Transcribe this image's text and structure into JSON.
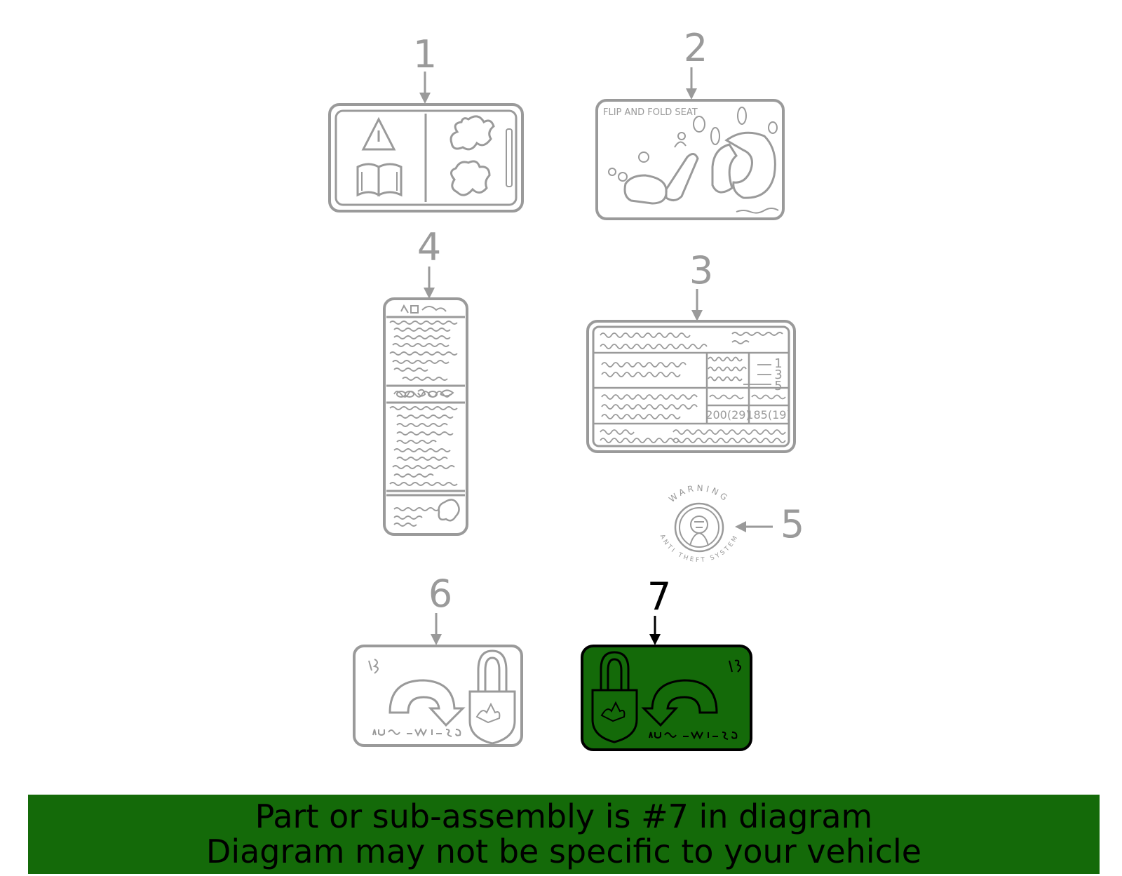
{
  "diagram": {
    "callouts": [
      "1",
      "2",
      "3",
      "4",
      "5",
      "6",
      "7"
    ],
    "highlighted_callout": "7",
    "seat_label_text": "FLIP AND FOLD SEAT",
    "label3_values": [
      "200(29)",
      "185(19)"
    ],
    "label3_rows": [
      "1",
      "3",
      "5"
    ],
    "warning_top": "WARNING",
    "warning_bottom": "ANTI THEFT SYSTEM",
    "colors": {
      "highlight": "#146a09",
      "line": "#9a9a9a",
      "highlight_line": "#000000"
    }
  },
  "banner": {
    "line1": "Part or sub-assembly is #7 in diagram",
    "line2": "Diagram may not be specific to your vehicle"
  }
}
